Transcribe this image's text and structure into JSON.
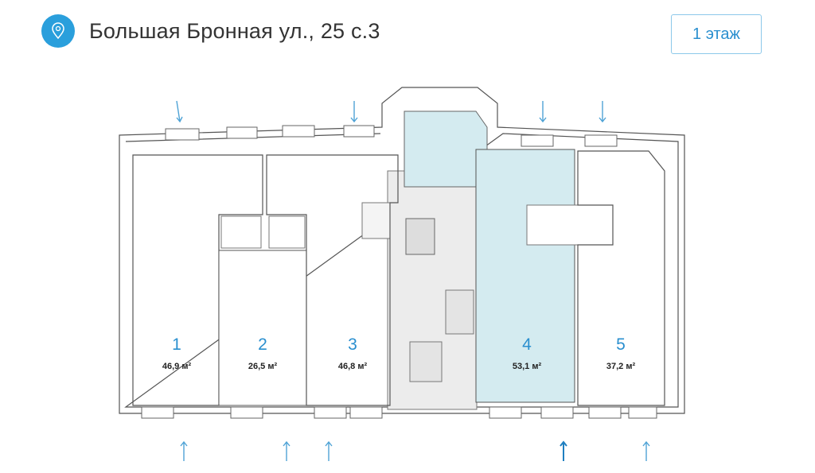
{
  "header": {
    "address": "Большая Бронная ул., 25 с.3",
    "icon": "location-pin-icon"
  },
  "floor_selector": {
    "label": "1 этаж"
  },
  "plan": {
    "rooms": [
      {
        "number": "1",
        "area": "46,9 м²",
        "highlighted": false
      },
      {
        "number": "2",
        "area": "26,5 м²",
        "highlighted": false
      },
      {
        "number": "3",
        "area": "46,8 м²",
        "highlighted": false
      },
      {
        "number": "4",
        "area": "53,1 м²",
        "highlighted": true
      },
      {
        "number": "5",
        "area": "37,2 м²",
        "highlighted": false
      }
    ],
    "colors": {
      "highlight": "#d4ebf0",
      "core": "#ececec",
      "accent": "#2a8fcf"
    }
  }
}
